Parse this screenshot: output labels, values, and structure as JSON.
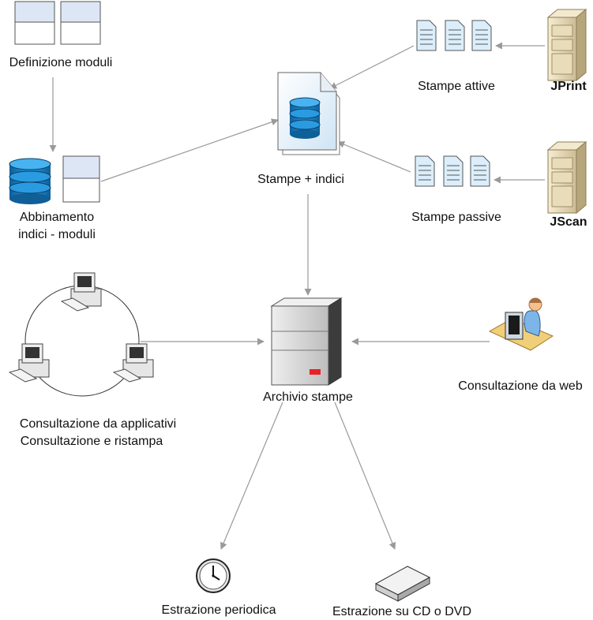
{
  "labels": {
    "definizione_moduli": "Definizione moduli",
    "abbinamento_line1": "Abbinamento",
    "abbinamento_line2": "indici - moduli",
    "stampe_indici": "Stampe + indici",
    "stampe_attive": "Stampe attive",
    "stampe_passive": "Stampe passive",
    "jprint": "JPrint",
    "jscan": "JScan",
    "archivio": "Archivio stampe",
    "consultazione_web": "Consultazione da web",
    "consultazione_app_line1": "Consultazione da applicativi",
    "consultazione_app_line2": "Consultazione e ristampa",
    "estrazione_periodica": "Estrazione periodica",
    "estrazione_cd": "Estrazione su CD o DVD"
  },
  "icons": [
    "form-icon",
    "database-icon",
    "document-stack-icon",
    "server-tower-icon",
    "workstation-icon",
    "web-user-icon",
    "clock-icon",
    "disc-drive-icon"
  ],
  "colors": {
    "edge": "#9a9a9a",
    "db_blue": "#1b86c8",
    "form_header": "#dde6f5",
    "server_body": "#d9d9d9",
    "led_red": "#e8222a"
  }
}
